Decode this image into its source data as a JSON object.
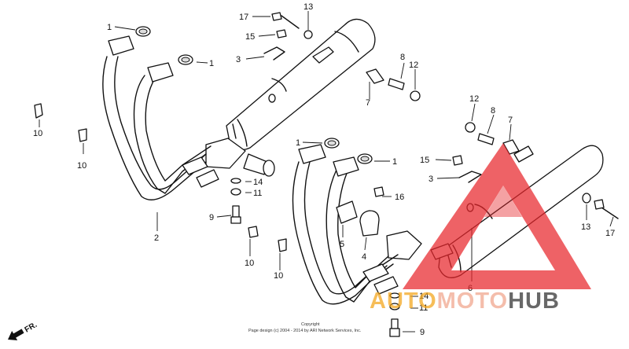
{
  "callouts": {
    "c1a": "1",
    "c1b": "1",
    "c1c": "1",
    "c1d": "1",
    "c2": "2",
    "c3a": "3",
    "c3b": "3",
    "c4": "4",
    "c5": "5",
    "c6": "6",
    "c7a": "7",
    "c7b": "7",
    "c8a": "8",
    "c8b": "8",
    "c9a": "9",
    "c9b": "9",
    "c10a": "10",
    "c10b": "10",
    "c10c": "10",
    "c10d": "10",
    "c11a": "11",
    "c11b": "11",
    "c12a": "12",
    "c12b": "12",
    "c13a": "13",
    "c13b": "13",
    "c14a": "14",
    "c14b": "14",
    "c15a": "15",
    "c15b": "15",
    "c16": "16",
    "c17a": "17",
    "c17b": "17"
  },
  "front_label": "FR.",
  "copyright": {
    "line1": "Copyright",
    "line2": "Page design (c) 2004 - 2014 by ARI Network Services, Inc."
  },
  "watermark": {
    "part1": "AUTO",
    "part2": "MOTO",
    "part3": "HUB",
    "colors": {
      "triangle": "#e8272c",
      "part1": "#f3a418",
      "part2": "#f1a58b",
      "part3": "#2f2f2f"
    }
  }
}
